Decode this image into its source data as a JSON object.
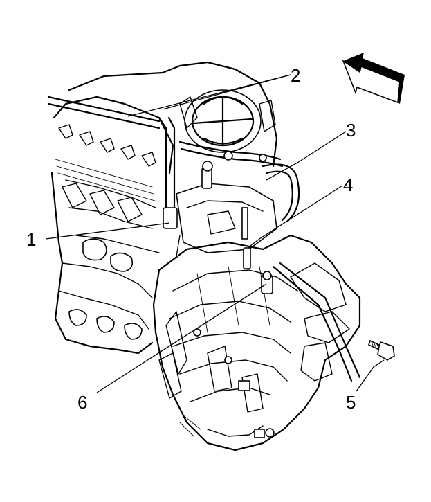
{
  "callouts": [
    {
      "id": "1",
      "label": "1"
    },
    {
      "id": "2",
      "label": "2"
    },
    {
      "id": "3",
      "label": "3"
    },
    {
      "id": "4",
      "label": "4"
    },
    {
      "id": "5",
      "label": "5"
    },
    {
      "id": "6",
      "label": "6"
    }
  ],
  "colors": {
    "ink": "#000000",
    "background": "#ffffff"
  },
  "icons": {
    "view_direction": "arrow-up-left-icon"
  }
}
